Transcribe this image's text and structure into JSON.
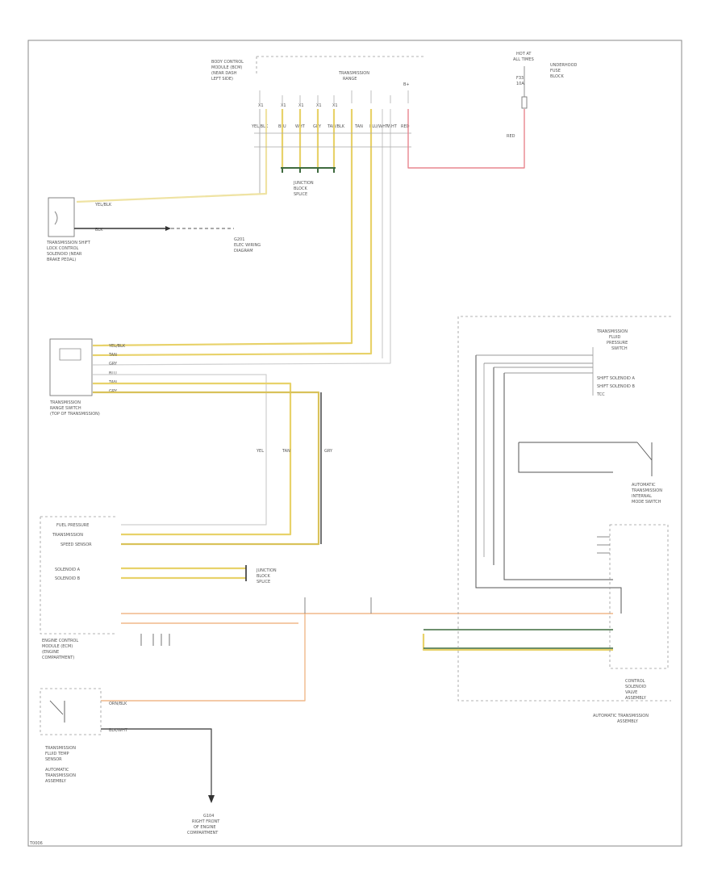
{
  "diagram": {
    "footer_code": "T0006",
    "components": {
      "bcm": {
        "name": [
          "BODY CONTROL",
          "MODULE (BCM)",
          "(NEAR DASH",
          "LEFT SIDE)"
        ],
        "pins_a": [
          "X1",
          "X1",
          "X1",
          "X1",
          "X1"
        ],
        "header": [
          "TRANSMISSION",
          "RANGE"
        ],
        "b_plus": "B+",
        "wire_colors": [
          "YEL/BLK",
          "BLU",
          "WHT",
          "GRY",
          "TAN/BLK",
          "TAN",
          "BLU/WHT",
          "WHT",
          "RED"
        ]
      },
      "splice_top": [
        "JUNCTION",
        "BLOCK",
        "SPLICE"
      ],
      "fuse": {
        "name": [
          "HOT AT",
          "ALL TIMES"
        ],
        "label": [
          "F33",
          "10A"
        ],
        "fuse_block": [
          "UNDERHOOD",
          "FUSE",
          "BLOCK"
        ],
        "wire": "RED"
      },
      "shift_lock": {
        "name": [
          "TRANSMISSION SHIFT",
          "LOCK CONTROL",
          "SOLENOID (NEAR",
          "BRAKE PEDAL)"
        ],
        "wire1": "YEL/BLK",
        "wire2": "BLK",
        "ground": [
          "G201",
          "ELEC WIRING",
          "DIAGRAM"
        ]
      },
      "range_switch": {
        "name": [
          "TRANSMISSION",
          "RANGE SWITCH",
          "(TOP OF TRANSMISSION)"
        ],
        "wires": [
          "YEL/BLK",
          "TAN",
          "GRY",
          "BLU",
          "TAN",
          "GRY"
        ]
      },
      "ecm": {
        "name": [
          "ENGINE CONTROL",
          "MODULE (ECM)",
          "(ENGINE",
          "COMPARTMENT)"
        ],
        "rows": [
          "FUEL PRESSURE",
          "TRANSMISSION",
          "SPEED SENSOR",
          "SOLENOID A",
          "SOLENOID B"
        ],
        "wires": [
          "YEL",
          "TAN",
          "GRY"
        ]
      },
      "junction_mid": [
        "JUNCTION",
        "BLOCK",
        "SPLICE"
      ],
      "trans_assembly": {
        "name": [
          "AUTOMATIC TRANSMISSION",
          "ASSEMBLY"
        ],
        "pressure_switch": [
          "TRANSMISSION",
          "FLUID",
          "PRESSURE",
          "SWITCH"
        ],
        "temp_switch": [
          "AUTOMATIC",
          "TRANSMISSION",
          "INTERNAL",
          "MODE SWITCH"
        ],
        "control_solenoid": [
          "CONTROL",
          "SOLENOID",
          "VALVE",
          "ASSEMBLY"
        ],
        "wires": [
          "SHIFT SOLENOID A",
          "SHIFT SOLENOID B",
          "TCC"
        ]
      },
      "bottom_switch": {
        "name": [
          "TRANSMISSION",
          "FLUID TEMP",
          "SENSOR"
        ],
        "assembly": [
          "AUTOMATIC",
          "TRANSMISSION",
          "ASSEMBLY"
        ],
        "wires": [
          "ORN/BLK",
          "BLK/WHT"
        ]
      },
      "ground_bottom": [
        "G104",
        "RIGHT FRONT",
        "OF ENGINE",
        "COMPARTMENT"
      ]
    },
    "colors": {
      "yellow": "#e8d26a",
      "yellow_light": "#efe3a3",
      "gray_wire": "#bdbdbd",
      "black_wire": "#333333",
      "pink": "#e8858f",
      "orange": "#f0b98a",
      "green_dark": "#3f6b3f",
      "frame": "#8a8a8a"
    }
  }
}
